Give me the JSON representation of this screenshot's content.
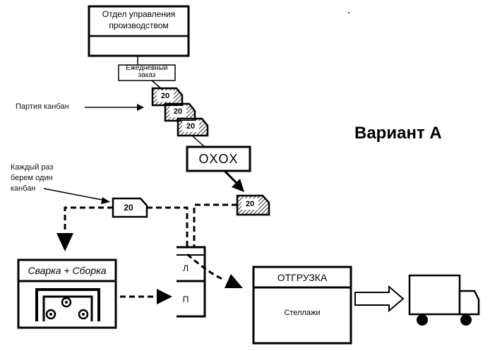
{
  "diagram": {
    "title": "Вариант А",
    "control_box": {
      "title": "Отдел управления производством"
    },
    "daily_order_label": "Ежедневный заказ",
    "batch_label": "Партия канбан",
    "each_time_label": "Каждый раз берем один канбан",
    "oxox_label": "OXOX",
    "kanban_value": "20",
    "weld_box_title": "Сварка + Сборка",
    "rack_top_label": "Л",
    "rack_bottom_label": "П",
    "shipping_box_title": "ОТГРУЗКА",
    "shipping_box_content": "Стеллажи"
  }
}
